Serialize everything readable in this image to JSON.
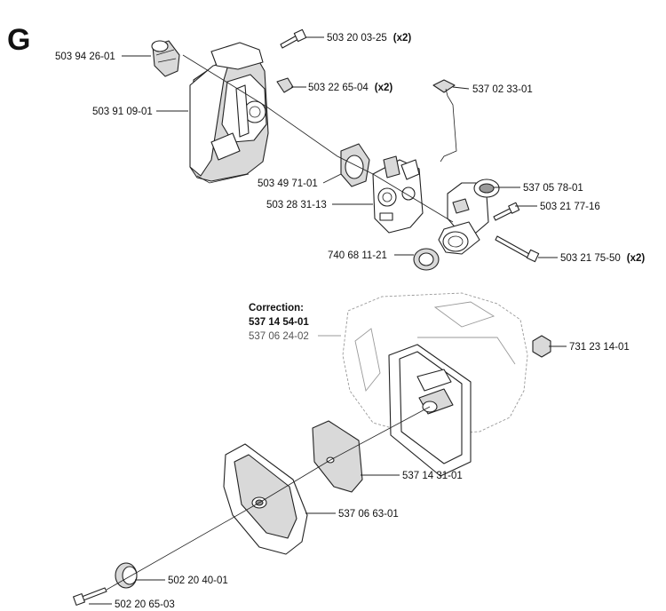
{
  "section_letter": "G",
  "correction": {
    "heading": "Correction:",
    "new_part": "537 14 54-01",
    "old_part": "537 06 24-02"
  },
  "parts": {
    "p_503942601": {
      "number": "503 94 26-01",
      "qty": ""
    },
    "p_503910901": {
      "number": "503 91 09-01",
      "qty": ""
    },
    "p_503200325": {
      "number": "503 20 03-25",
      "qty": "(x2)"
    },
    "p_503226504": {
      "number": "503 22 65-04",
      "qty": "(x2)"
    },
    "p_537023301": {
      "number": "537 02 33-01",
      "qty": ""
    },
    "p_503497101": {
      "number": "503 49 71-01",
      "qty": ""
    },
    "p_503283113": {
      "number": "503 28 31-13",
      "qty": ""
    },
    "p_537057801": {
      "number": "537 05 78-01",
      "qty": ""
    },
    "p_503217716": {
      "number": "503 21 77-16",
      "qty": ""
    },
    "p_740681121": {
      "number": "740 68 11-21",
      "qty": ""
    },
    "p_503217550": {
      "number": "503 21 75-50",
      "qty": "(x2)"
    },
    "p_731231401": {
      "number": "731 23 14-01",
      "qty": ""
    },
    "p_537143101": {
      "number": "537 14 31-01",
      "qty": ""
    },
    "p_537066301": {
      "number": "537 06 63-01",
      "qty": ""
    },
    "p_502204001": {
      "number": "502 20 40-01",
      "qty": ""
    },
    "p_502206503": {
      "number": "502 20 65-03",
      "qty": ""
    }
  }
}
